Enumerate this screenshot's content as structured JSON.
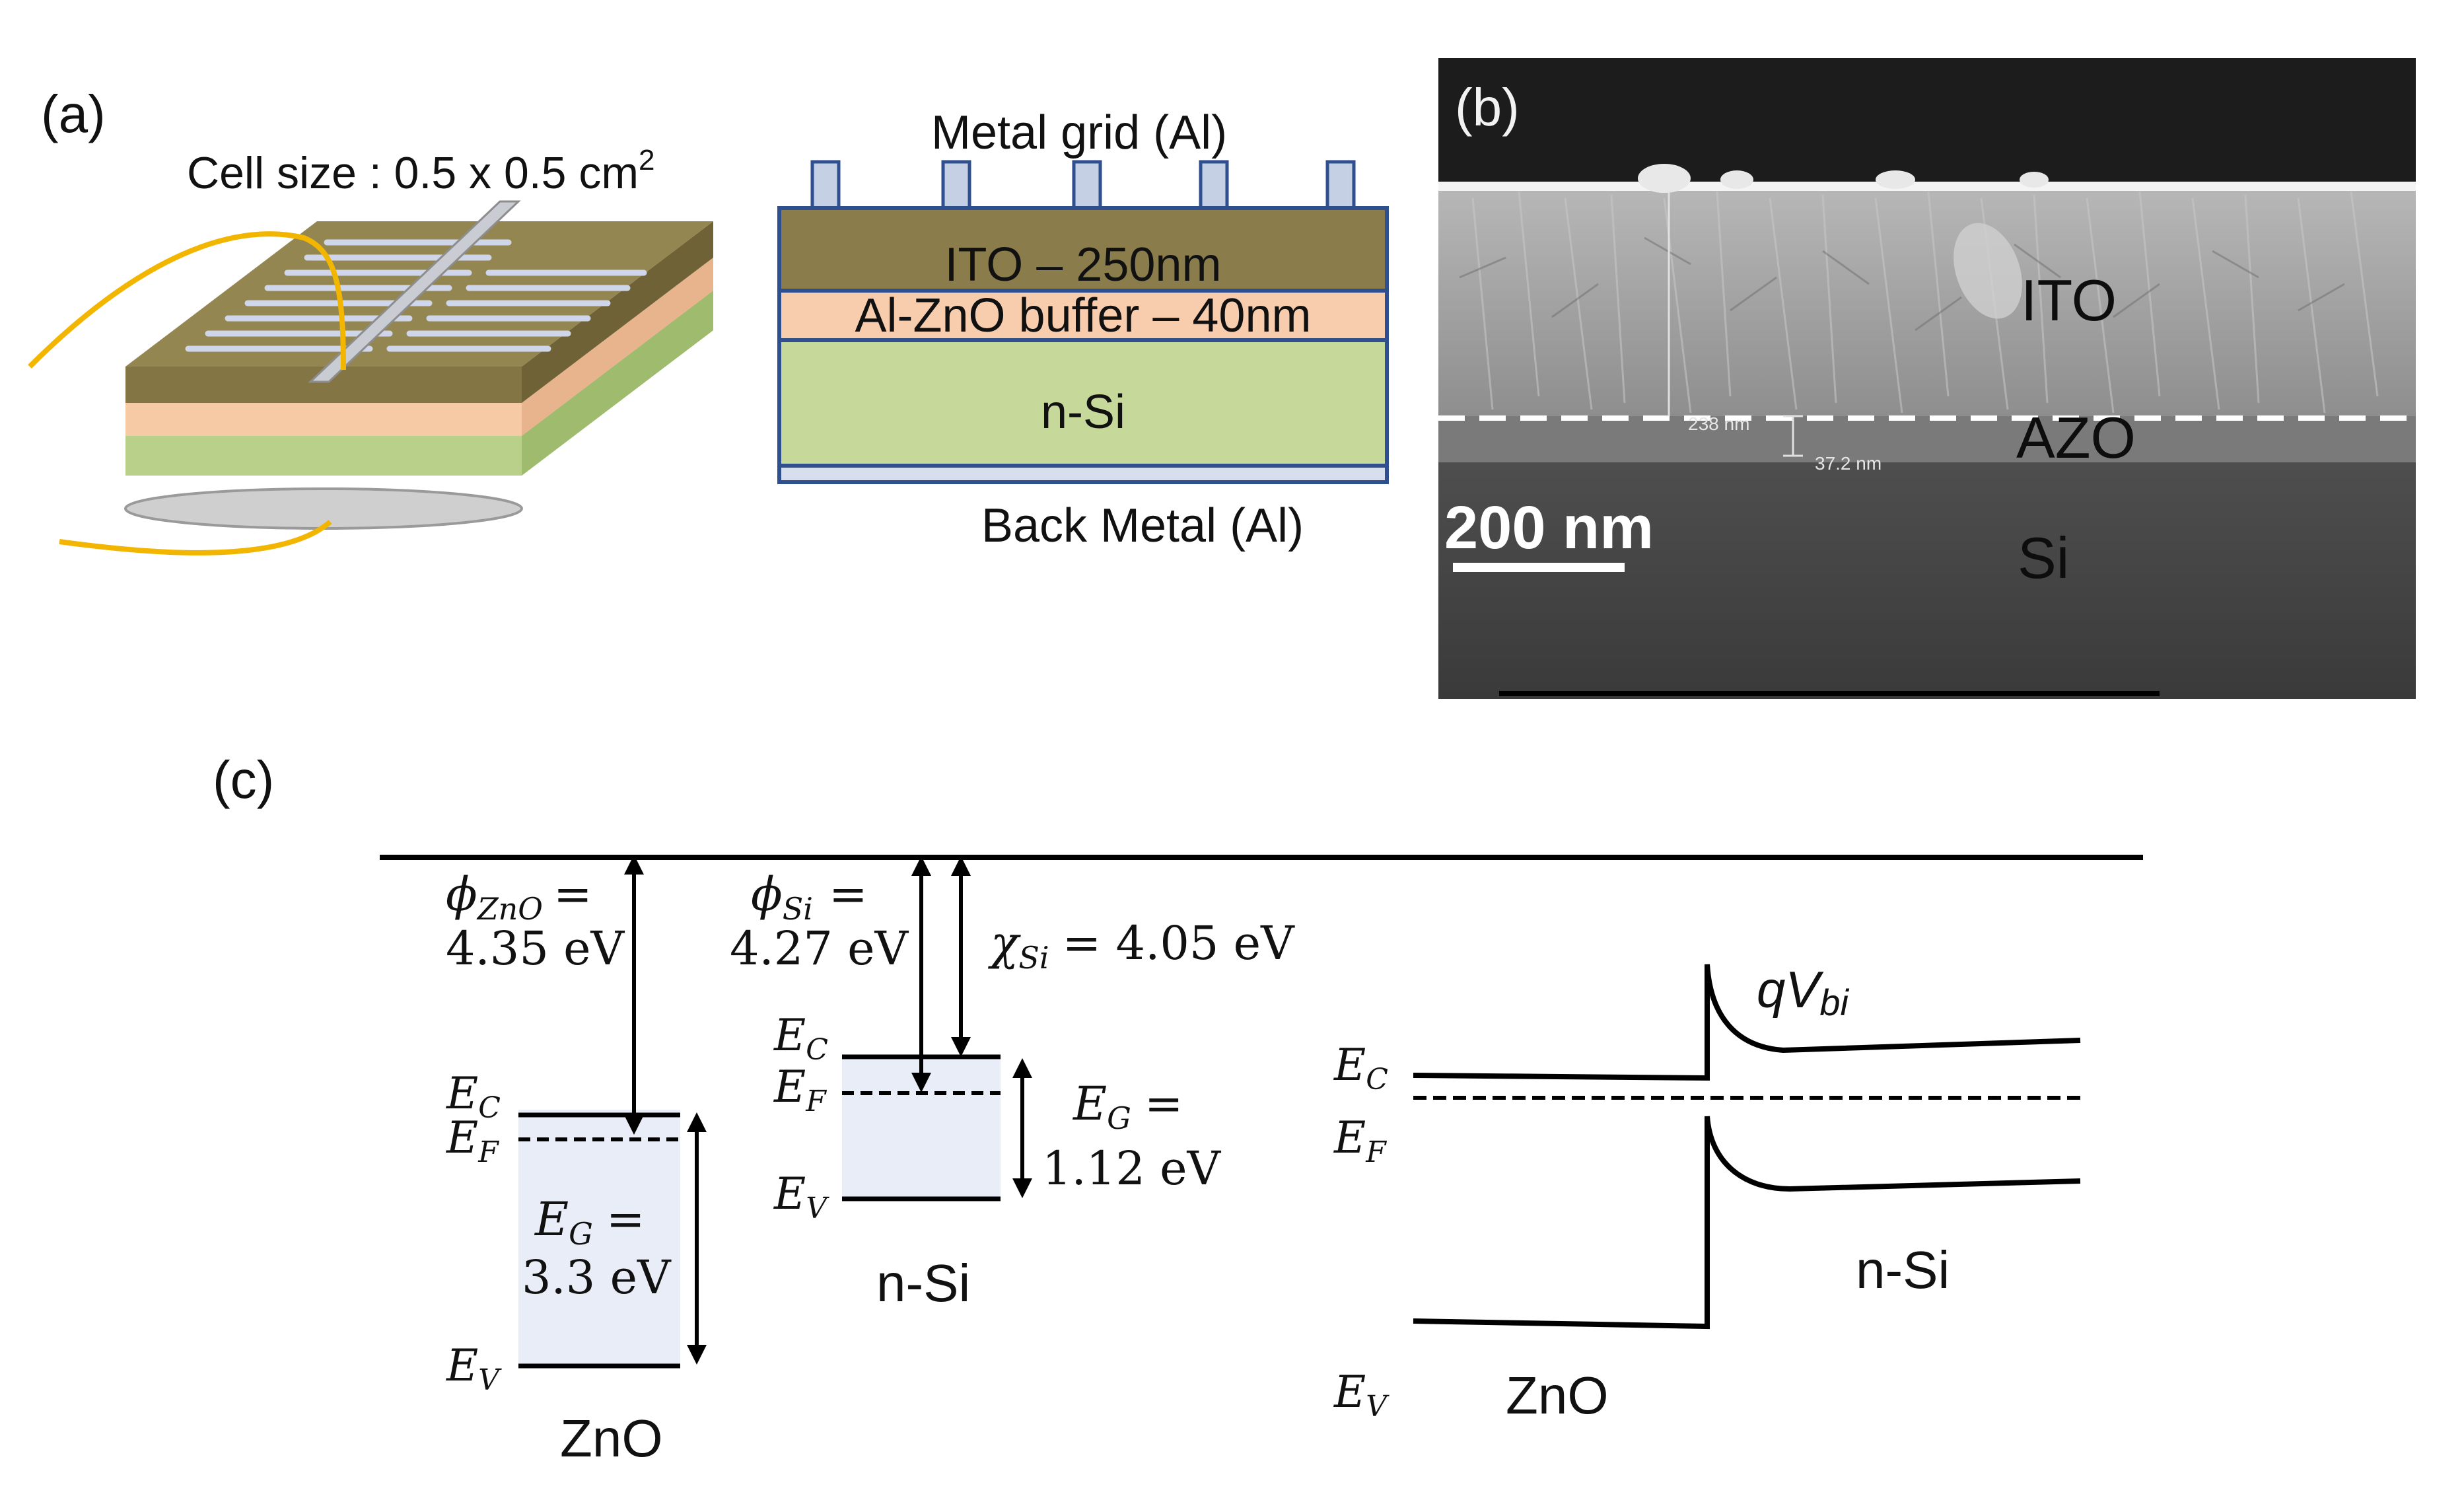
{
  "panel_a": {
    "label": "(a)",
    "cell_size_text": "Cell size : 0.5 x 0.5 cm",
    "cell_size_sup": "2",
    "grid_label": "Metal grid (Al)",
    "layers": {
      "ito": "ITO – 250nm",
      "azo": "Al-ZnO buffer – 40nm",
      "si": "n-Si"
    },
    "back_label": "Back Metal (Al)",
    "colors": {
      "ito": "#8b7d4b",
      "azo": "#f8cdad",
      "si": "#c6d99a",
      "border": "#2f4f8f"
    }
  },
  "panel_b": {
    "label": "(b)",
    "ito_label": "ITO",
    "azo_label": "AZO",
    "si_label": "Si",
    "scale_bar": "200 nm",
    "measure_ito": "238 nm",
    "measure_azo": "37.2 nm"
  },
  "panel_c": {
    "label": "(c)",
    "phi_zno": "ϕ",
    "phi_zno_sub": "ZnO",
    "phi_zno_eq": "=",
    "phi_zno_val": "4.35 eV",
    "phi_si": "ϕ",
    "phi_si_sub": "Si",
    "phi_si_eq": "=",
    "phi_si_val": "4.27 eV",
    "chi_si": "χ",
    "chi_si_sub": "Si",
    "chi_si_val": "= 4.05 eV",
    "eg_zno_1": "E",
    "eg_zno_sub": "G",
    "eg_zno_eq": "=",
    "eg_zno_val": "3.3 eV",
    "eg_si_1": "E",
    "eg_si_sub": "G",
    "eg_si_eq": "=",
    "eg_si_val": "1.12 eV",
    "e": "E",
    "c_sub": "C",
    "f_sub": "F",
    "v_sub": "V",
    "zno_label": "ZnO",
    "nsi_label": "n-Si",
    "qvbi_q": "qV",
    "qvbi_sub": "bi",
    "junction_zno": "ZnO",
    "junction_si": "n-Si",
    "colors": {
      "gap_fill": "#e8edf7"
    }
  }
}
